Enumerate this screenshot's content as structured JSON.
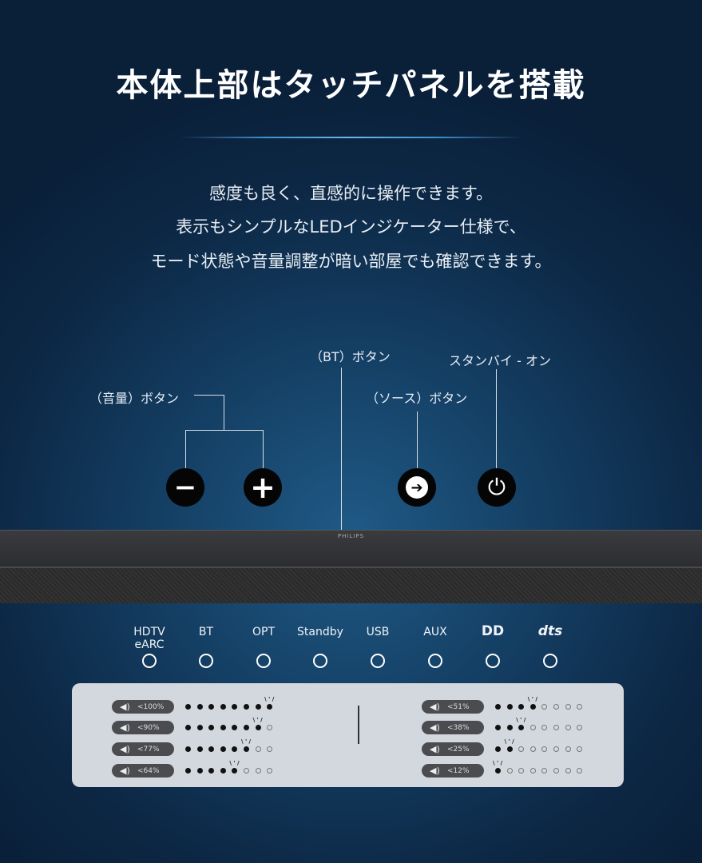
{
  "title": "本体上部はタッチパネルを搭載",
  "description": [
    "感度も良く、直感的に操作できます。",
    "表示もシンプルなLEDインジケーター仕様で、",
    "モード状態や音量調整が暗い部屋でも確認できます。"
  ],
  "callouts": {
    "volume": "（音量）ボタン",
    "bt": "（BT）ボタン",
    "source": "（ソース）ボタン",
    "standby": "スタンバイ - オン"
  },
  "buttons": [
    {
      "icon": "minus-icon",
      "glyph": "−"
    },
    {
      "icon": "plus-icon",
      "glyph": "+"
    },
    {
      "icon": "source-arrow-icon",
      "glyph": "➔"
    },
    {
      "icon": "power-icon",
      "glyph": "⏻"
    }
  ],
  "soundbar": {
    "brand": "PHILIPS"
  },
  "indicators": [
    "HDTV eARC",
    "BT",
    "OPT",
    "Standby",
    "USB",
    "AUX",
    "DD",
    "dts"
  ],
  "volume_levels": {
    "total_dots": 8,
    "left": [
      {
        "label": "<100%",
        "active_dots": 8
      },
      {
        "label": "<90%",
        "active_dots": 7
      },
      {
        "label": "<77%",
        "active_dots": 6
      },
      {
        "label": "<64%",
        "active_dots": 5
      }
    ],
    "right": [
      {
        "label": "<51%",
        "active_dots": 4
      },
      {
        "label": "<38%",
        "active_dots": 3
      },
      {
        "label": "<25%",
        "active_dots": 2
      },
      {
        "label": "<12%",
        "active_dots": 1
      }
    ]
  }
}
